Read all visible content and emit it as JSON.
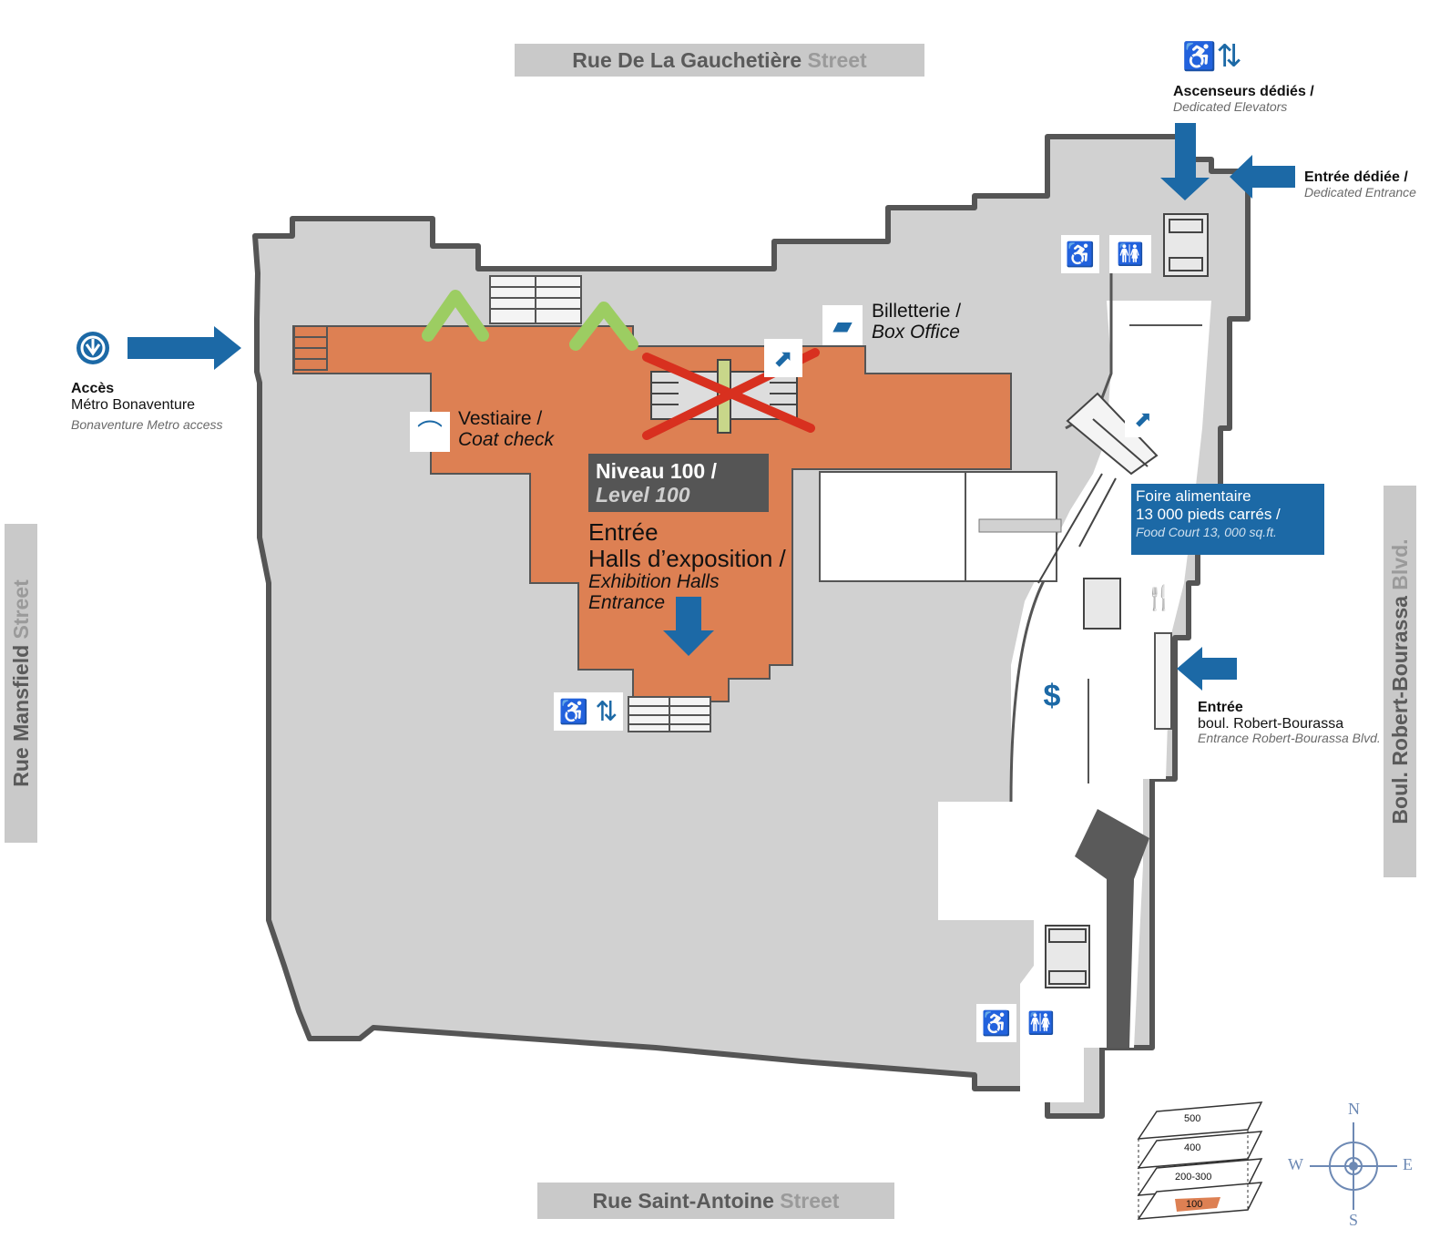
{
  "streets": {
    "north": {
      "name": "Rue De La Gauchetière",
      "suffix": "Street"
    },
    "south": {
      "name": "Rue Saint-Antoine",
      "suffix": "Street"
    },
    "west": {
      "name": "Rue Mansfield",
      "suffix": "Street"
    },
    "east": {
      "name": "Boul. Robert-Bourassa",
      "suffix": "Blvd."
    }
  },
  "labels": {
    "metro": {
      "fr": "Accès",
      "fr2": "Métro Bonaventure",
      "en": "Bonaventure Metro access"
    },
    "elevators": {
      "fr": "Ascenseurs dédiés /",
      "en": "Dedicated Elevators"
    },
    "dedicated_entrance": {
      "fr": "Entrée dédiée /",
      "en": "Dedicated Entrance"
    },
    "box_office": {
      "fr": "Billetterie /",
      "en": "Box Office"
    },
    "coat_check": {
      "fr": "Vestiaire /",
      "en": "Coat check"
    },
    "level": {
      "fr": "Niveau 100 /",
      "en": "Level 100"
    },
    "halls": {
      "fr": "Entrée",
      "fr2": "Halls d’exposition /",
      "en": "Exhibition Halls",
      "en2": "Entrance"
    },
    "food_court": {
      "fr": "Foire alimentaire",
      "fr2": "13 000 pieds carrés /",
      "en": "Food Court 13, 000 sq.ft."
    },
    "rb_entrance": {
      "fr": "Entrée",
      "fr2": "boul. Robert-Bourassa",
      "en": "Entrance Robert-Bourassa Blvd."
    }
  },
  "levels_inset": {
    "levels": [
      "500",
      "400",
      "200-300",
      "100"
    ],
    "current": "100"
  },
  "compass": {
    "n": "N",
    "s": "S",
    "e": "E",
    "w": "W"
  },
  "colors": {
    "floor": "#d1d1d1",
    "wall": "#555555",
    "highlight": "#dd8053",
    "accent_blue": "#1c69a6",
    "closed_red": "#d8301f",
    "stair_green": "#9ccd62",
    "dark_block": "#5a5a5a"
  },
  "icons": [
    "metro-icon",
    "wheelchair-icon",
    "elevator-icon",
    "restroom-icon",
    "escalator-icon",
    "ticket-icon",
    "coat-hanger-icon",
    "restaurant-icon",
    "dollar-icon"
  ]
}
